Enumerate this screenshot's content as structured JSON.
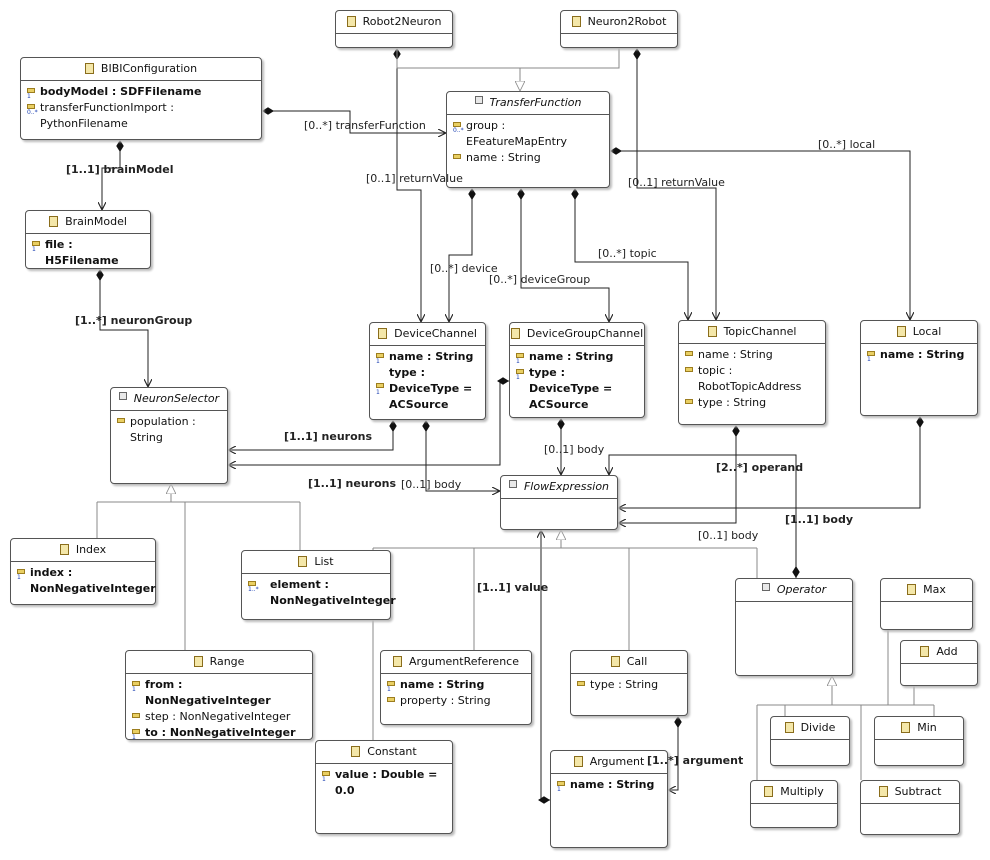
{
  "classes": {
    "robot2neuron": {
      "name": "Robot2Neuron",
      "attrs": []
    },
    "neuron2robot": {
      "name": "Neuron2Robot",
      "attrs": []
    },
    "bibi": {
      "name": "BIBIConfiguration",
      "attrs": [
        {
          "text": "bodyModel : SDFFilename",
          "mult": "1"
        },
        {
          "text": "transferFunctionImport : PythonFilename",
          "mult": "0..*"
        }
      ]
    },
    "transfer": {
      "name": "TransferFunction",
      "attrs": [
        {
          "text": "group : EFeatureMapEntry",
          "mult": "0..*"
        },
        {
          "text": "name : String",
          "mult": ""
        }
      ]
    },
    "brain": {
      "name": "BrainModel",
      "attrs": [
        {
          "text": "file : H5Filename",
          "mult": "1"
        }
      ]
    },
    "devicechannel": {
      "name": "DeviceChannel",
      "attrs": [
        {
          "text": "name : String",
          "mult": "1"
        },
        {
          "text": "type : DeviceType = ACSource",
          "mult": "1"
        }
      ]
    },
    "devicegroup": {
      "name": "DeviceGroupChannel",
      "attrs": [
        {
          "text": "name : String",
          "mult": "1"
        },
        {
          "text": "type : DeviceType = ACSource",
          "mult": "1"
        }
      ]
    },
    "topic": {
      "name": "TopicChannel",
      "attrs": [
        {
          "text": "name : String",
          "mult": ""
        },
        {
          "text": "topic : RobotTopicAddress",
          "mult": ""
        },
        {
          "text": "type : String",
          "mult": ""
        }
      ]
    },
    "local": {
      "name": "Local",
      "attrs": [
        {
          "text": "name : String",
          "mult": "1"
        }
      ]
    },
    "neuronselector": {
      "name": "NeuronSelector",
      "attrs": [
        {
          "text": "population : String",
          "mult": ""
        }
      ]
    },
    "flow": {
      "name": "FlowExpression",
      "attrs": []
    },
    "index": {
      "name": "Index",
      "attrs": [
        {
          "text": "index : NonNegativeInteger",
          "mult": "1"
        }
      ]
    },
    "list": {
      "name": "List",
      "attrs": [
        {
          "text": "element : NonNegativeInteger",
          "mult": "1..*"
        }
      ]
    },
    "range": {
      "name": "Range",
      "attrs": [
        {
          "text": "from : NonNegativeInteger",
          "mult": "1"
        },
        {
          "text": "step : NonNegativeInteger",
          "mult": ""
        },
        {
          "text": "to : NonNegativeInteger",
          "mult": "1"
        }
      ]
    },
    "argref": {
      "name": "ArgumentReference",
      "attrs": [
        {
          "text": "name : String",
          "mult": "1"
        },
        {
          "text": "property : String",
          "mult": ""
        }
      ]
    },
    "call": {
      "name": "Call",
      "attrs": [
        {
          "text": "type : String",
          "mult": ""
        }
      ]
    },
    "operator": {
      "name": "Operator",
      "attrs": []
    },
    "max": {
      "name": "Max",
      "attrs": []
    },
    "add": {
      "name": "Add",
      "attrs": []
    },
    "divide": {
      "name": "Divide",
      "attrs": []
    },
    "min": {
      "name": "Min",
      "attrs": []
    },
    "multiply": {
      "name": "Multiply",
      "attrs": []
    },
    "subtract": {
      "name": "Subtract",
      "attrs": []
    },
    "constant": {
      "name": "Constant",
      "attrs": [
        {
          "text": "value : Double = 0.0",
          "mult": "1"
        }
      ]
    },
    "argument": {
      "name": "Argument",
      "attrs": [
        {
          "text": "name : String",
          "mult": "1"
        }
      ]
    }
  },
  "labels": {
    "transferFunction": "[0..*] transferFunction",
    "brainModel": "[1..1] brainModel",
    "returnValue1": "[0..1] returnValue",
    "returnValue2": "[0..1] returnValue",
    "local": "[0..*] local",
    "device": "[0..*] device",
    "topic": "[0..*] topic",
    "deviceGroup": "[0..*] deviceGroup",
    "neuronGroup": "[1..*] neuronGroup",
    "neurons1": "[1..1] neurons",
    "neurons2": "[1..1] neurons",
    "body1": "[0..1] body",
    "body2": "[0..1] body",
    "body3": "[0..1] body",
    "body4": "[1..1] body",
    "operand": "[2..*] operand",
    "value": "[1..1] value",
    "argumentRef": "[1..*] argument"
  }
}
